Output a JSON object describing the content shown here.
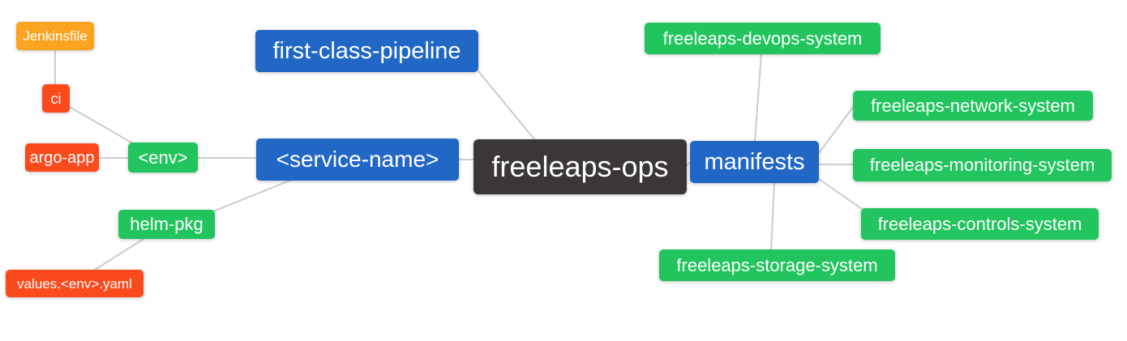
{
  "diagram": {
    "title": "freeleaps-ops mind map",
    "colors": {
      "root_bg": "#3a3736",
      "branch_bg": "#2167c5",
      "leaf_green_bg": "#21c45d",
      "leaf_red_bg": "#fb4b1d",
      "leaf_orange_bg": "#faa421",
      "edge": "#cccccc",
      "text": "#ffffff",
      "canvas_bg": "#ffffff"
    },
    "nodes": [
      {
        "id": "jenkinsfile",
        "label": "Jenkinsfile",
        "role": "orange"
      },
      {
        "id": "ci",
        "label": "ci",
        "role": "red"
      },
      {
        "id": "argo-app",
        "label": "argo-app",
        "role": "red"
      },
      {
        "id": "env",
        "label": "<env>",
        "role": "green"
      },
      {
        "id": "helm-pkg",
        "label": "helm-pkg",
        "role": "green"
      },
      {
        "id": "values-env-yaml",
        "label": "values.<env>.yaml",
        "role": "red"
      },
      {
        "id": "first-class-pipeline",
        "label": "first-class-pipeline",
        "role": "blue"
      },
      {
        "id": "service-name",
        "label": "<service-name>",
        "role": "blue"
      },
      {
        "id": "freeleaps-ops",
        "label": "freeleaps-ops",
        "role": "dark"
      },
      {
        "id": "manifests",
        "label": "manifests",
        "role": "blue"
      },
      {
        "id": "freeleaps-devops-system",
        "label": "freeleaps-devops-system",
        "role": "green"
      },
      {
        "id": "freeleaps-network-system",
        "label": "freeleaps-network-system",
        "role": "green"
      },
      {
        "id": "freeleaps-monitoring-system",
        "label": "freeleaps-monitoring-system",
        "role": "green"
      },
      {
        "id": "freeleaps-controls-system",
        "label": "freeleaps-controls-system",
        "role": "green"
      },
      {
        "id": "freeleaps-storage-system",
        "label": "freeleaps-storage-system",
        "role": "green"
      }
    ],
    "edges": [
      {
        "from": "jenkinsfile",
        "to": "ci"
      },
      {
        "from": "ci",
        "to": "env"
      },
      {
        "from": "argo-app",
        "to": "env"
      },
      {
        "from": "env",
        "to": "service-name"
      },
      {
        "from": "service-name",
        "to": "helm-pkg"
      },
      {
        "from": "helm-pkg",
        "to": "values-env-yaml"
      },
      {
        "from": "first-class-pipeline",
        "to": "freeleaps-ops"
      },
      {
        "from": "service-name",
        "to": "freeleaps-ops"
      },
      {
        "from": "freeleaps-ops",
        "to": "manifests"
      },
      {
        "from": "manifests",
        "to": "freeleaps-devops-system"
      },
      {
        "from": "manifests",
        "to": "freeleaps-network-system"
      },
      {
        "from": "manifests",
        "to": "freeleaps-monitoring-system"
      },
      {
        "from": "manifests",
        "to": "freeleaps-controls-system"
      },
      {
        "from": "manifests",
        "to": "freeleaps-storage-system"
      }
    ]
  }
}
